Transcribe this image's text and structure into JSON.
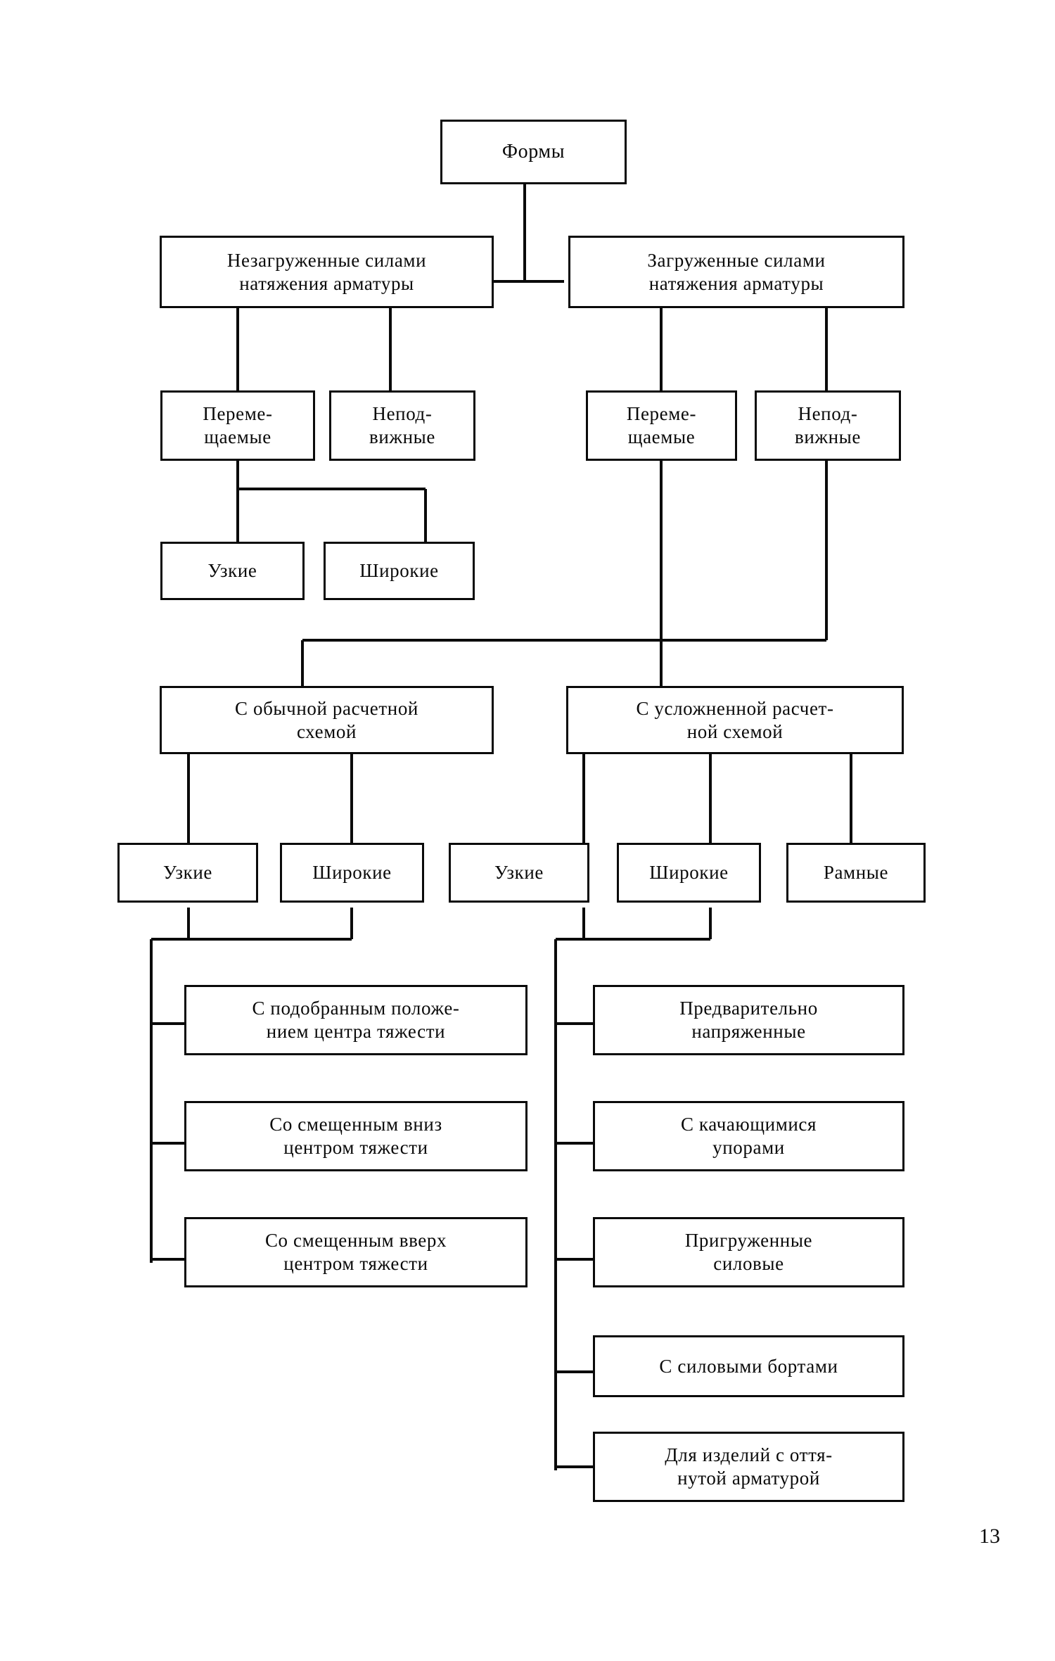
{
  "document": {
    "page_number": "13",
    "type": "classification-tree-diagram",
    "language": "ru"
  },
  "diagram": {
    "title": "Формы",
    "levels": {
      "root": {
        "label": "Формы"
      },
      "level2": [
        {
          "id": "unloaded",
          "label": "Незагруженные силами\nнатяжения арматуры"
        },
        {
          "id": "loaded",
          "label": "Загруженные силами\nнатяжения арматуры"
        }
      ],
      "level3": [
        {
          "id": "unloaded-movable",
          "label": "Переме-\nщаемые",
          "parent": "unloaded"
        },
        {
          "id": "unloaded-fixed",
          "label": "Непод-\nвижные",
          "parent": "unloaded"
        },
        {
          "id": "loaded-movable",
          "label": "Переме-\nщаемые",
          "parent": "loaded"
        },
        {
          "id": "loaded-fixed",
          "label": "Непод-\nвижные",
          "parent": "loaded"
        }
      ],
      "level4": [
        {
          "id": "unloaded-narrow",
          "label": "Узкие",
          "parent": "unloaded-movable"
        },
        {
          "id": "unloaded-wide",
          "label": "Широкие",
          "parent": "unloaded-movable"
        }
      ],
      "level5": [
        {
          "id": "ordinary-scheme",
          "label": "С обычной расчетной\nсхемой"
        },
        {
          "id": "complex-scheme",
          "label": "С усложненной расчет-\nной схемой"
        }
      ],
      "level6": [
        {
          "id": "ord-narrow",
          "label": "Узкие",
          "parent": "ordinary-scheme"
        },
        {
          "id": "ord-wide",
          "label": "Широкие",
          "parent": "ordinary-scheme"
        },
        {
          "id": "cpx-narrow",
          "label": "Узкие",
          "parent": "complex-scheme"
        },
        {
          "id": "cpx-wide",
          "label": "Широкие",
          "parent": "complex-scheme"
        },
        {
          "id": "cpx-frame",
          "label": "Рамные",
          "parent": "complex-scheme"
        }
      ],
      "level7_left": [
        {
          "id": "cg-selected",
          "label": "С подобранным положе-\nнием центра тяжести"
        },
        {
          "id": "cg-down",
          "label": "Со смещенным вниз\nцентром тяжести"
        },
        {
          "id": "cg-up",
          "label": "Со смещенным вверх\nцентром тяжести"
        }
      ],
      "level7_right": [
        {
          "id": "prestressed",
          "label": "Предварительно\nнапряженные"
        },
        {
          "id": "rocking-stops",
          "label": "С качающимися\nупорами"
        },
        {
          "id": "loaded-force",
          "label": "Пригруженные\nсиловые"
        },
        {
          "id": "force-sides",
          "label": "С силовыми бортами"
        },
        {
          "id": "drawn-reinforcement",
          "label": "Для изделий с оття-\nнутой арматурой"
        }
      ]
    },
    "colors": {
      "ink": "#0a0a0a",
      "paper": "#ffffff"
    }
  }
}
